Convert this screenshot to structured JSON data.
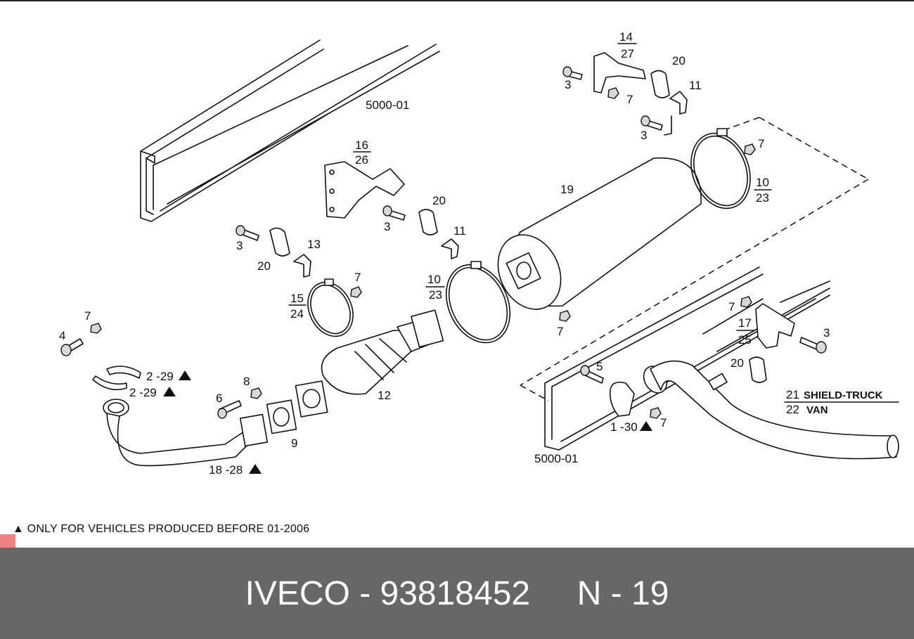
{
  "diagram": {
    "frame_labels": [
      "5000-01",
      "5000-01"
    ],
    "callouts": {
      "c3a": "3",
      "c3b": "3",
      "c3c": "3",
      "c3d": "3",
      "c3e": "3",
      "c7a": "7",
      "c7b": "7",
      "c7c": "7",
      "c7d": "7",
      "c7e": "7",
      "c7f": "7",
      "c7g": "7",
      "c20a": "20",
      "c20b": "20",
      "c20c": "20",
      "c20d": "20",
      "c11a": "11",
      "c11b": "11",
      "c14": "14",
      "c27": "27",
      "c16": "16",
      "c26": "26",
      "c13": "13",
      "c15": "15",
      "c24": "24",
      "c10a": "10",
      "c23a": "23",
      "c10b": "10",
      "c23b": "23",
      "c19": "19",
      "c12": "12",
      "c8": "8",
      "c9": "9",
      "c6": "6",
      "c4": "4",
      "c5": "5",
      "c17": "17",
      "c25": "25",
      "c229a": "2 -29",
      "c229b": "2 -29",
      "c1828": "18 -28",
      "c130": "1 -30",
      "c21": "21",
      "c21text": "SHIELD-TRUCK",
      "c22": "22",
      "c22text": "VAN"
    },
    "footnote": "▲ ONLY FOR VEHICLES PRODUCED BEFORE 01-2006"
  },
  "footer": {
    "brand": "IVECO",
    "part_number": "93818452",
    "ref": "N - 19",
    "full_text": "IVECO - 93818452     N - 19"
  },
  "colors": {
    "footer_bg": "#676767",
    "footer_text": "#ffffff",
    "marker": "#f08080"
  }
}
